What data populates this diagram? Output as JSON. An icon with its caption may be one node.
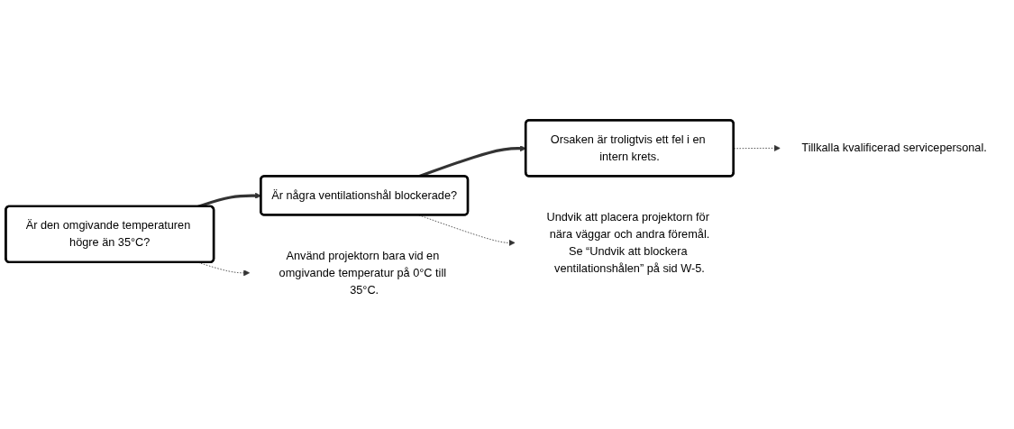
{
  "diagram": {
    "nodes": [
      {
        "text": [
          "Är den omgivande temperaturen högre än 35°C?"
        ]
      },
      {
        "text": [
          "Är några ventilationshål blockerade?"
        ]
      },
      {
        "text": [
          "Orsaken är troligtvis ett fel i en intern krets."
        ]
      },
      {
        "text": [
          "Använd projektorn bara vid en omgivande temperatur på 0°C till 35°C."
        ]
      },
      {
        "text": [
          "Undvik att placera projektorn för nära väggar och andra föremål.",
          "Se “Undvik att blockera ventilationshålen” på sid W-5."
        ]
      },
      {
        "text": [
          "Tillkalla kvalificerad servicepersonal."
        ]
      }
    ],
    "edges": [
      {
        "from": 0,
        "to": 3,
        "arrow": "to",
        "style": "dashed"
      },
      {
        "from": 0,
        "to": 1,
        "arrow": "to",
        "style": "thick"
      },
      {
        "from": 1,
        "to": 4,
        "arrow": "to",
        "style": "dashed"
      },
      {
        "from": 1,
        "to": 2,
        "arrow": "to",
        "style": "thick"
      },
      {
        "from": 2,
        "to": 5,
        "arrow": "to",
        "style": "dashed"
      }
    ]
  }
}
